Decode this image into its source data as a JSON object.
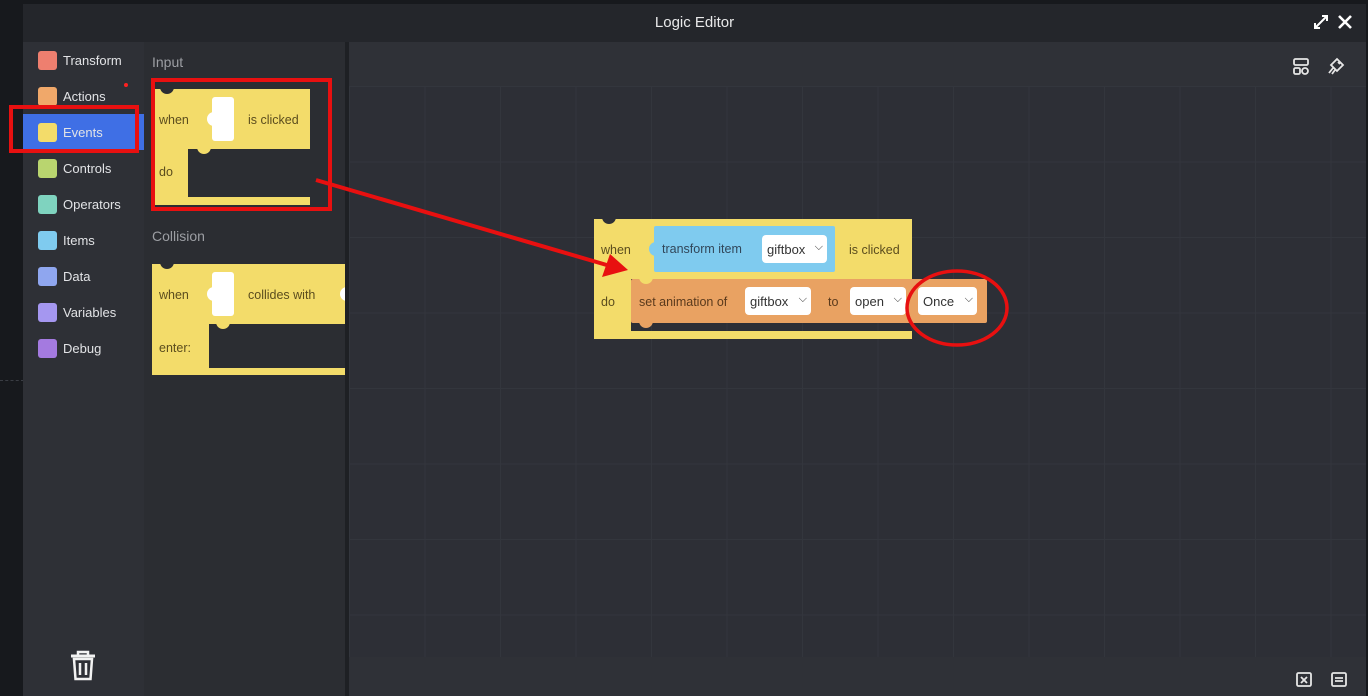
{
  "window": {
    "title": "Logic Editor"
  },
  "categories": [
    {
      "label": "Transform",
      "color": "#ee7f6f"
    },
    {
      "label": "Actions",
      "color": "#f0a86a"
    },
    {
      "label": "Events",
      "color": "#f3dc6a"
    },
    {
      "label": "Controls",
      "color": "#b9d56f"
    },
    {
      "label": "Operators",
      "color": "#7fd3bf"
    },
    {
      "label": "Items",
      "color": "#7fcbef"
    },
    {
      "label": "Data",
      "color": "#8fa6ef"
    },
    {
      "label": "Variables",
      "color": "#a597f0"
    },
    {
      "label": "Debug",
      "color": "#a47ae0"
    }
  ],
  "flyout": {
    "input_label": "Input",
    "collision_label": "Collision",
    "click_block": {
      "when": "when",
      "event": "is clicked",
      "do": "do"
    },
    "collide_block": {
      "when": "when",
      "event": "collides with",
      "enter": "enter:"
    }
  },
  "workspace": {
    "event_block": {
      "when": "when",
      "item_label": "transform item",
      "item_value": "giftbox",
      "event": "is clicked",
      "do": "do"
    },
    "anim_block": {
      "label": "set animation of",
      "target": "giftbox",
      "to": "to",
      "animation": "open",
      "mode": "Once"
    }
  },
  "colors": {
    "accent": "#3f6fe5",
    "annotation": "#e81010",
    "event_block": "#f3dc6a",
    "action_block": "#e9a262",
    "transform_block": "#7fcbef"
  }
}
